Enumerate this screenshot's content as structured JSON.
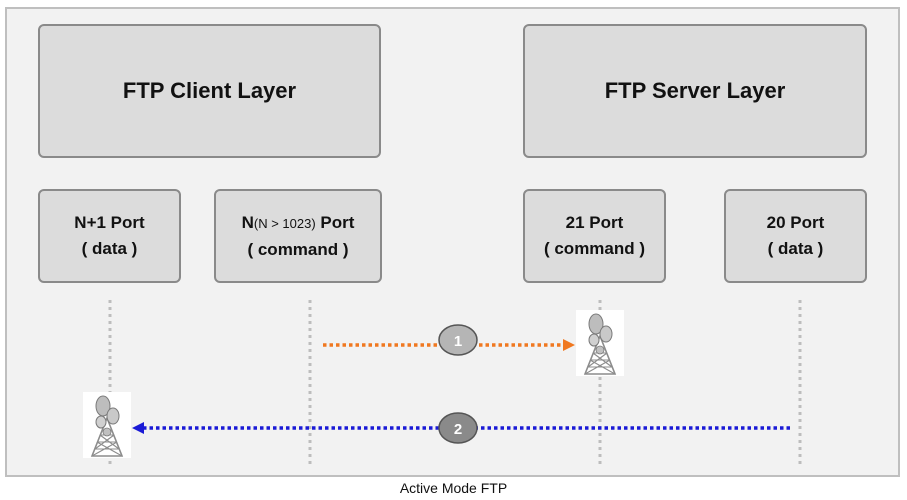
{
  "layers": {
    "client": "FTP Client Layer",
    "server": "FTP Server Layer"
  },
  "ports": {
    "client_data": {
      "name": "N+1 Port",
      "role": "( data )"
    },
    "client_command": {
      "name_prefix": "N",
      "name_sub": "(N > 1023)",
      "name_suffix": " Port",
      "role": "( command )"
    },
    "server_command": {
      "name": "21 Port",
      "role": "( command )"
    },
    "server_data": {
      "name": "20 Port",
      "role": "( data )"
    }
  },
  "steps": [
    {
      "number": "1",
      "color": "#f07820"
    },
    {
      "number": "2",
      "color": "#1a1ad6"
    }
  ],
  "icons": [
    "antenna-tower-icon",
    "antenna-tower-icon"
  ],
  "caption": "Active Mode FTP"
}
